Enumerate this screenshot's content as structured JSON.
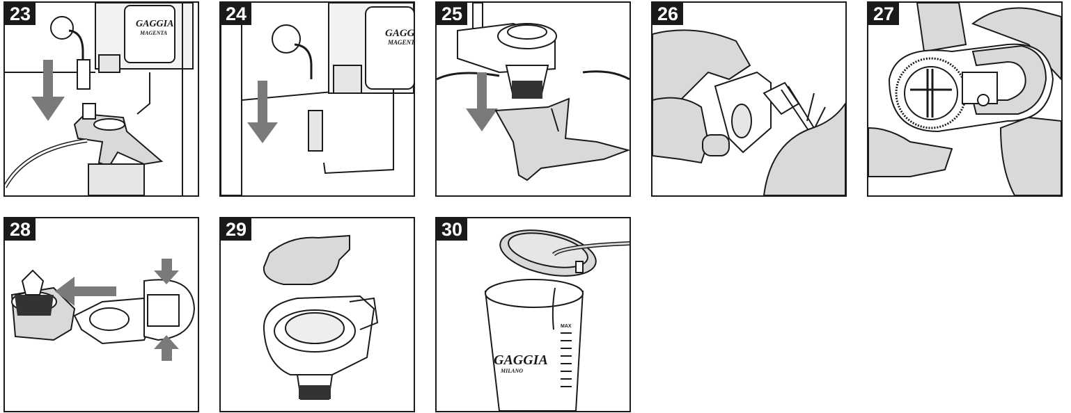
{
  "panels": [
    {
      "number": "23"
    },
    {
      "number": "24"
    },
    {
      "number": "25"
    },
    {
      "number": "26"
    },
    {
      "number": "27"
    },
    {
      "number": "28"
    },
    {
      "number": "29"
    },
    {
      "number": "30"
    }
  ],
  "brand": {
    "logo": "GAGGIA",
    "model": "MAGENTA",
    "city": "MILANO"
  },
  "carafe": {
    "max_label": "MAX"
  },
  "colors": {
    "frame": "#1a1a1a",
    "arrow": "#7a7a7a",
    "fill_gray": "#d9d9d9",
    "fill_light": "#eeeeee"
  }
}
